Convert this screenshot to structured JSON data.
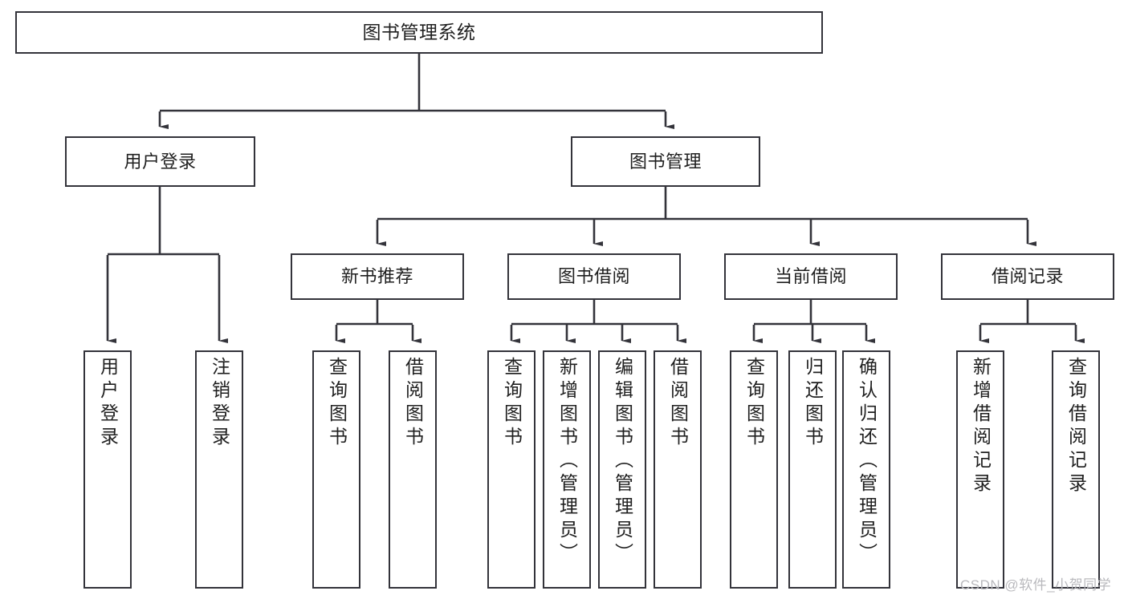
{
  "diagram": {
    "type": "tree-hierarchy",
    "title": "图书管理系统",
    "orientation": "top-down",
    "edge_color": "#33333a",
    "node_border_color": "#33333a",
    "node_fill_color": "#ffffff",
    "text_color": "#1f1f1f"
  },
  "nodes": {
    "root": {
      "label": "图书管理系统",
      "level": 1
    },
    "l2": [
      {
        "id": "user-login",
        "label": "用户登录",
        "level": 2
      },
      {
        "id": "book-management",
        "label": "图书管理",
        "level": 2
      }
    ],
    "l3": [
      {
        "id": "new-book-recommend",
        "label": "新书推荐",
        "level": 3
      },
      {
        "id": "book-borrow",
        "label": "图书借阅",
        "level": 3
      },
      {
        "id": "current-borrow",
        "label": "当前借阅",
        "level": 3
      },
      {
        "id": "borrow-record",
        "label": "借阅记录",
        "level": 3
      }
    ],
    "leaves": [
      {
        "id": "leaf-user-login",
        "label": "用户登录",
        "parent": "user-login"
      },
      {
        "id": "leaf-logout",
        "label": "注销登录",
        "parent": "user-login"
      },
      {
        "id": "leaf-query-book-1",
        "label": "查询图书",
        "parent": "new-book-recommend"
      },
      {
        "id": "leaf-borrow-book-1",
        "label": "借阅图书",
        "parent": "new-book-recommend"
      },
      {
        "id": "leaf-query-book-2",
        "label": "查询图书",
        "parent": "book-borrow"
      },
      {
        "id": "leaf-add-book",
        "label": "新增图书（管理员）",
        "parent": "book-borrow"
      },
      {
        "id": "leaf-edit-book",
        "label": "编辑图书（管理员）",
        "parent": "book-borrow"
      },
      {
        "id": "leaf-borrow-book-2",
        "label": "借阅图书",
        "parent": "book-borrow"
      },
      {
        "id": "leaf-query-book-3",
        "label": "查询图书",
        "parent": "current-borrow"
      },
      {
        "id": "leaf-return-book",
        "label": "归还图书",
        "parent": "current-borrow"
      },
      {
        "id": "leaf-confirm-return",
        "label": "确认归还（管理员）",
        "parent": "current-borrow"
      },
      {
        "id": "leaf-add-record",
        "label": "新增借阅记录",
        "parent": "borrow-record"
      },
      {
        "id": "leaf-query-record",
        "label": "查询借阅记录",
        "parent": "borrow-record"
      }
    ]
  },
  "watermark": {
    "text": "CSDN @软件_小贺同学"
  }
}
